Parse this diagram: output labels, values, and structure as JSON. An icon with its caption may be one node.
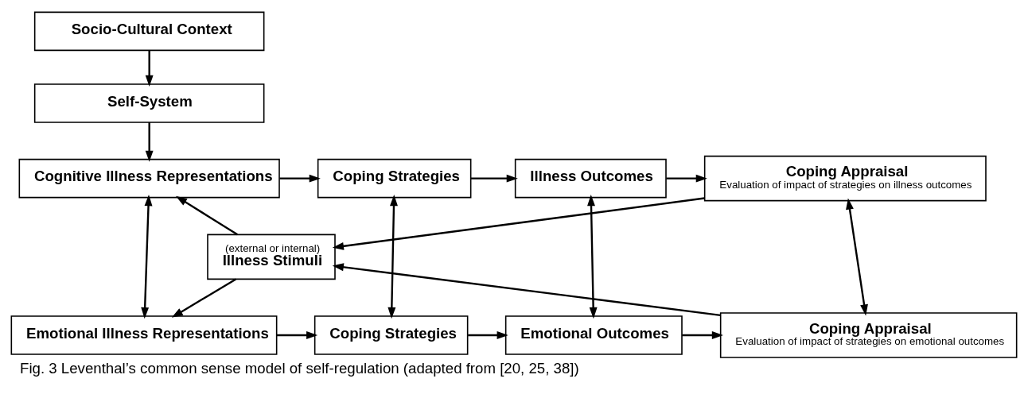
{
  "diagram": {
    "caption": "Fig. 3 Leventhal’s common sense model of self-regulation (adapted from [20, 25, 38])",
    "nodes": [
      {
        "text": [
          "Socio-Cultural Context"
        ]
      },
      {
        "text": [
          "Self-System"
        ]
      },
      {
        "text": [
          "Cognitive Illness Representations"
        ]
      },
      {
        "text": [
          "Coping Strategies"
        ]
      },
      {
        "text": [
          "Illness Outcomes"
        ]
      },
      {
        "text": [
          "Coping Appraisal",
          "Evaluation of impact of strategies on illness outcomes"
        ]
      },
      {
        "text": [
          "(external or internal)",
          "Illness Stimuli"
        ]
      },
      {
        "text": [
          "Emotional Illness Representations"
        ]
      },
      {
        "text": [
          "Coping Strategies"
        ]
      },
      {
        "text": [
          "Emotional Outcomes"
        ]
      },
      {
        "text": [
          "Coping Appraisal",
          "Evaluation of impact of strategies on emotional outcomes"
        ]
      }
    ],
    "edges": [
      {
        "from": 0,
        "to": 1,
        "arrow": "to"
      },
      {
        "from": 1,
        "to": 2,
        "arrow": "to"
      },
      {
        "from": 6,
        "to": 2,
        "arrow": "to"
      },
      {
        "from": 6,
        "to": 7,
        "arrow": "to"
      },
      {
        "from": 2,
        "to": 3,
        "arrow": "to"
      },
      {
        "from": 3,
        "to": 4,
        "arrow": "to"
      },
      {
        "from": 4,
        "to": 5,
        "arrow": "to"
      },
      {
        "from": 7,
        "to": 8,
        "arrow": "to"
      },
      {
        "from": 8,
        "to": 9,
        "arrow": "to"
      },
      {
        "from": 9,
        "to": 10,
        "arrow": "to"
      },
      {
        "from": 2,
        "to": 7,
        "arrow": "both"
      },
      {
        "from": 3,
        "to": 8,
        "arrow": "both"
      },
      {
        "from": 4,
        "to": 9,
        "arrow": "both"
      },
      {
        "from": 5,
        "to": 10,
        "arrow": "both"
      },
      {
        "from": 5,
        "to": 6,
        "arrow": "to"
      },
      {
        "from": 10,
        "to": 6,
        "arrow": "to"
      }
    ]
  }
}
